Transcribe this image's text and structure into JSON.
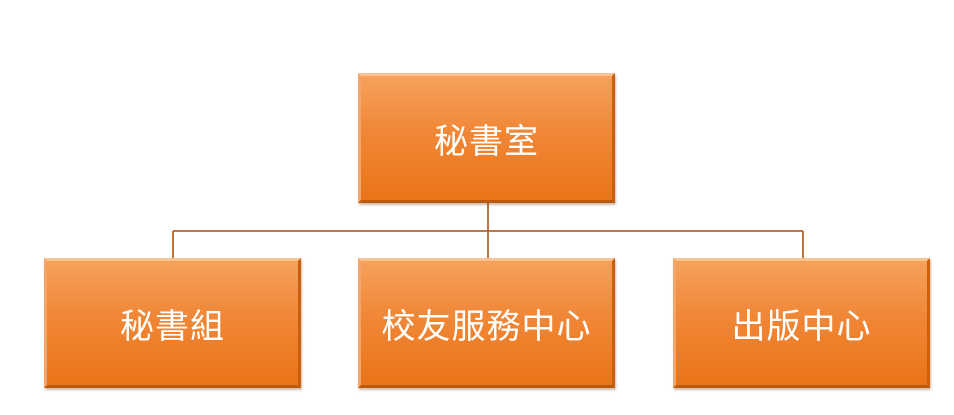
{
  "org_chart": {
    "root": {
      "label": "秘書室"
    },
    "children": [
      {
        "label": "秘書組"
      },
      {
        "label": "校友服務中心"
      },
      {
        "label": "出版中心"
      }
    ]
  },
  "colors": {
    "node_fill": "#f08737",
    "node_fill_light": "#f6a15c",
    "node_fill_dark": "#ea7418",
    "node_text": "#ffffff",
    "connector": "#b8652a"
  }
}
